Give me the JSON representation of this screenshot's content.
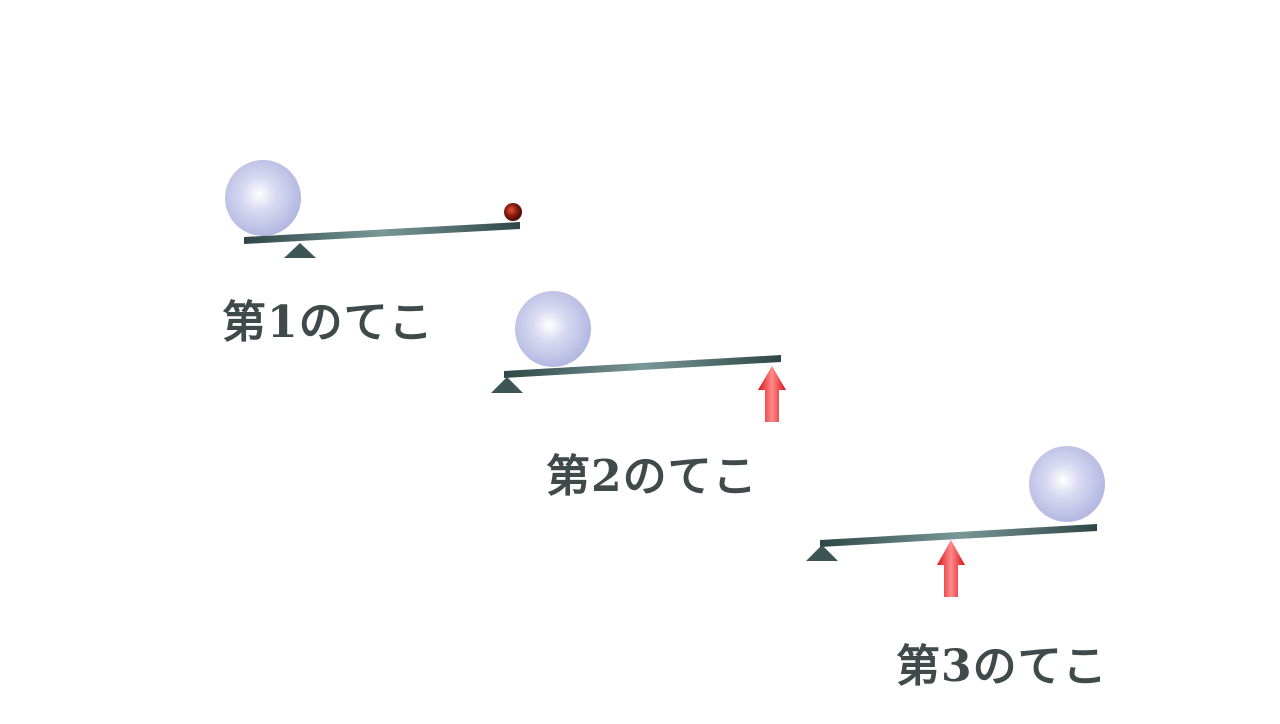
{
  "levers": [
    {
      "label": "第1のてこ",
      "parts": [
        "fulcrum",
        "load",
        "effort-weight"
      ]
    },
    {
      "label": "第2のてこ",
      "parts": [
        "fulcrum",
        "load",
        "effort-arrow-end"
      ]
    },
    {
      "label": "第3のてこ",
      "parts": [
        "fulcrum",
        "load",
        "effort-arrow-middle"
      ]
    }
  ],
  "colors": {
    "beam": "#2e4646",
    "beam_highlight": "#7a9898",
    "fulcrum": "#3d5555",
    "load_sphere": "#b8bce4",
    "small_weight": "#7a1208",
    "arrow": "#e0161c",
    "label_text": "#3f4a4a",
    "background": "#ffffff"
  }
}
